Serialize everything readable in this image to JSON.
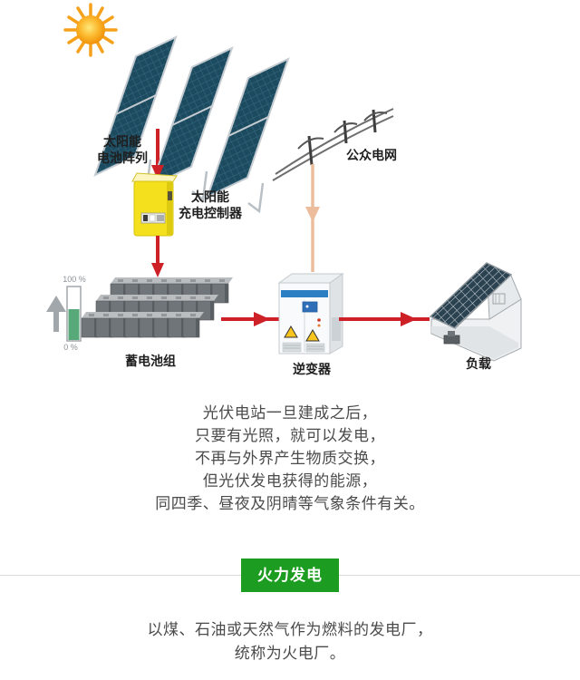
{
  "diagram": {
    "labels": {
      "solar_array": "太阳能\n电池阵列",
      "controller": "太阳能\n充电控制器",
      "battery": "蓄电池组",
      "inverter": "逆变器",
      "grid": "公众电网",
      "load": "负载",
      "battery_full": "100 %",
      "battery_empty": "0 %"
    },
    "icons": {
      "sun": "sun-icon",
      "flow_arrow": "red-arrow",
      "grid_feed_arrow": "tan-arrow"
    },
    "colors": {
      "arrow_red": "#cd2127",
      "grid_line_tan": "#ecbd9d",
      "controller_yellow": "#f4e01c",
      "panel_blue": "#1c4a5f",
      "battery_green": "#58a97a",
      "inverter_stripe_blue": "#2c7fc3"
    }
  },
  "pv_text": {
    "lines": [
      "光伏电站一旦建成之后，",
      "只要有光照，就可以发电，",
      "不再与外界产生物质交换，",
      "但光伏发电获得的能源，",
      "同四季、昼夜及阴晴等气象条件有关。"
    ]
  },
  "section": {
    "button_label": "火力发电",
    "button_color": "#1c9c20"
  },
  "thermal_text": {
    "lines": [
      "以煤、石油或天然气作为燃料的发电厂，",
      "统称为火电厂。"
    ]
  }
}
